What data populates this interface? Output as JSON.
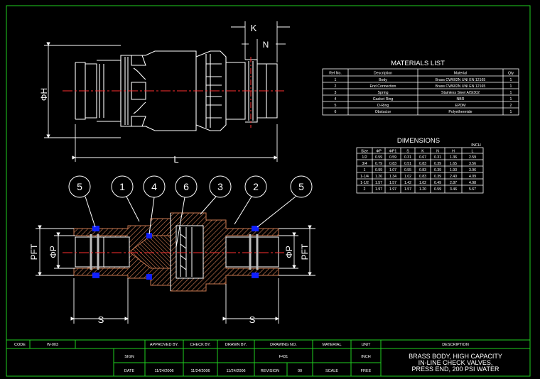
{
  "dimension_labels": {
    "K": "K",
    "N": "N",
    "H": "ΦH",
    "L": "L",
    "P_left": "ΦP",
    "PFT_left": "PFT",
    "P_right": "ΦP",
    "PFT_right": "PFT",
    "S_left": "S",
    "S_right": "S"
  },
  "balloons": [
    "5",
    "1",
    "4",
    "6",
    "3",
    "2",
    "5"
  ],
  "materials": {
    "title": "MATERIALS LIST",
    "headers": [
      "Ref No.",
      "Description",
      "Material",
      "Qty"
    ],
    "rows": [
      [
        "1",
        "Body",
        "Brass CW602N UNI EN 12165",
        "1"
      ],
      [
        "2",
        "End Connection",
        "Brass CW602N UNI EN 12165",
        "1"
      ],
      [
        "3",
        "Spring",
        "Stainless Steel AISI302",
        "1"
      ],
      [
        "4",
        "Gasket Ring",
        "NBR",
        "1"
      ],
      [
        "5",
        "O-Ring",
        "EPDM",
        "2"
      ],
      [
        "6",
        "Obstuctor",
        "Polyethermide",
        "1"
      ]
    ]
  },
  "dimensions": {
    "title": "DIMENSIONS",
    "unit": "INCH",
    "headers": [
      "Size",
      "ΦP",
      "ΦP1",
      "S",
      "K",
      "N",
      "H",
      "L"
    ],
    "rows": [
      [
        "1/2",
        "0.59",
        "0.59",
        "0.31",
        "0.67",
        "0.31",
        "1.36",
        "2.59"
      ],
      [
        "3/4",
        "0.79",
        "0.83",
        "0.51",
        "0.83",
        "0.39",
        "1.65",
        "3.56"
      ],
      [
        "1",
        "0.99",
        "1.07",
        "0.55",
        "0.83",
        "0.39",
        "1.93",
        "3.96"
      ],
      [
        "1-1/4",
        "1.26",
        "1.34",
        "1.02",
        "0.83",
        "0.39",
        "2.40",
        "4.09"
      ],
      [
        "1-1/2",
        "1.57",
        "1.57",
        "1.42",
        "1.02",
        "0.49",
        "2.87",
        "4.98"
      ],
      [
        "2",
        "1.97",
        "1.97",
        "1.57",
        "1.20",
        "0.59",
        "3.46",
        "5.67"
      ]
    ]
  },
  "title_block": {
    "code_label": "CODE",
    "code_value": "W-003",
    "approved_label": "APPROVED BY.",
    "check_label": "CHECK BY.",
    "drawn_label": "DRAWN BY.",
    "drawing_no_label": "DRAWING NO.",
    "material_label": "MATERIAL",
    "unit_label": "UNIT",
    "description_label": "DESCRIPTION",
    "drawing_no_value": "F431",
    "unit_value": "INCH",
    "sign_label": "SIGN",
    "date_label": "DATE",
    "date_approved": "11/24/2006",
    "date_check": "11/24/2006",
    "date_drawn": "11/24/2006",
    "revision_label": "REVISION",
    "revision_value": "00",
    "scale_label": "SCALE",
    "scale_value": "FREE",
    "description_line1": "BRASS BODY, HIGH CAPACITY",
    "description_line2": "IN-LINE CHECK VALVES,",
    "description_line3": "PRESS END, 200 PSI WATER"
  },
  "colors": {
    "frame": "#20d020",
    "drawing": "#ffffff",
    "center": "#ff3030",
    "dim": "#2dd8cc",
    "section": "#c87850",
    "seal": "#1020ff"
  }
}
